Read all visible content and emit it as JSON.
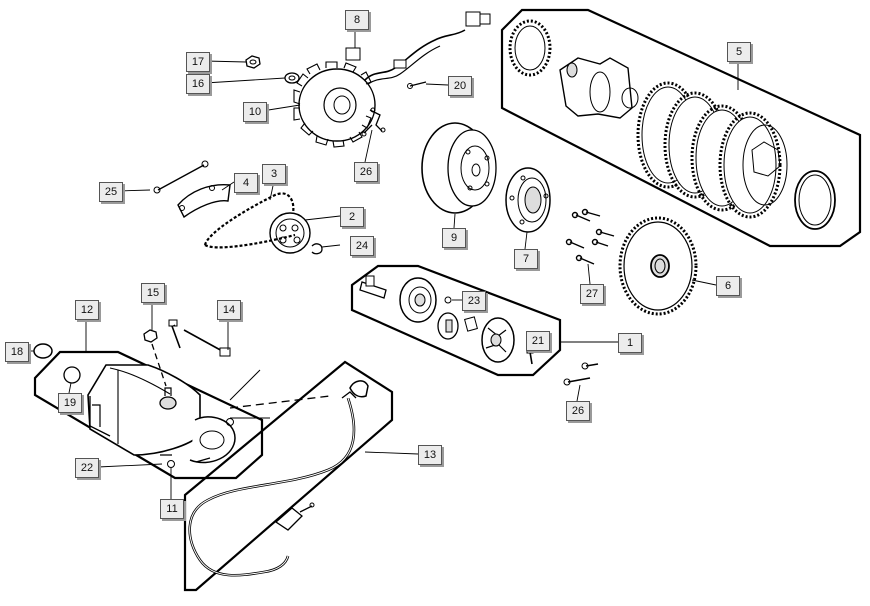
{
  "diagram": {
    "callouts": [
      {
        "id": "callout-1",
        "text": "1"
      },
      {
        "id": "callout-2",
        "text": "2"
      },
      {
        "id": "callout-3",
        "text": "3"
      },
      {
        "id": "callout-4",
        "text": "4"
      },
      {
        "id": "callout-5",
        "text": "5"
      },
      {
        "id": "callout-6",
        "text": "6"
      },
      {
        "id": "callout-7",
        "text": "7"
      },
      {
        "id": "callout-8",
        "text": "8"
      },
      {
        "id": "callout-9",
        "text": "9"
      },
      {
        "id": "callout-10",
        "text": "10"
      },
      {
        "id": "callout-11",
        "text": "11"
      },
      {
        "id": "callout-12",
        "text": "12"
      },
      {
        "id": "callout-13",
        "text": "13"
      },
      {
        "id": "callout-14",
        "text": "14"
      },
      {
        "id": "callout-15",
        "text": "15"
      },
      {
        "id": "callout-16",
        "text": "16"
      },
      {
        "id": "callout-17",
        "text": "17"
      },
      {
        "id": "callout-18",
        "text": "18"
      },
      {
        "id": "callout-19",
        "text": "19"
      },
      {
        "id": "callout-20",
        "text": "20"
      },
      {
        "id": "callout-21",
        "text": "21"
      },
      {
        "id": "callout-22",
        "text": "22"
      },
      {
        "id": "callout-23",
        "text": "23"
      },
      {
        "id": "callout-24",
        "text": "24"
      },
      {
        "id": "callout-25",
        "text": "25"
      },
      {
        "id": "callout-26a",
        "text": "26"
      },
      {
        "id": "callout-26b",
        "text": "26"
      },
      {
        "id": "callout-27",
        "text": "27"
      }
    ]
  }
}
